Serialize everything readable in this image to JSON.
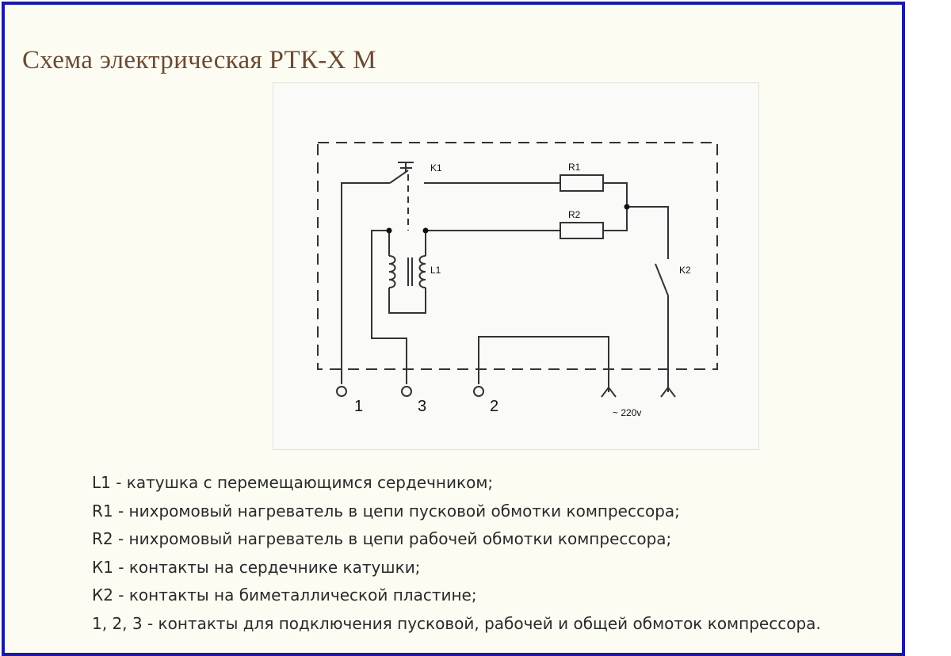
{
  "title": "Схема электрическая РТК-Х М",
  "diagram": {
    "labels": {
      "k1": "K1",
      "r1": "R1",
      "r2": "R2",
      "l1": "L1",
      "k2": "K2",
      "t1": "1",
      "t3": "3",
      "t2": "2",
      "supply": "~ 220v"
    }
  },
  "legend": [
    "L1 - катушка с перемещающимся сердечником;",
    "R1 - нихромовый нагреватель в цепи пусковой обмотки компрессора;",
    "R2 - нихромовый нагреватель в цепи рабочей обмотки компрессора;",
    "К1 - контакты на сердечнике катушки;",
    "К2 - контакты на биметаллической пластине;",
    "1, 2, 3 - контакты для подключения пусковой, рабочей и общей обмоток компрессора."
  ],
  "colors": {
    "frame_border": "#1a1aa6",
    "background": "#fdfcf3",
    "title": "#6b4a32"
  }
}
